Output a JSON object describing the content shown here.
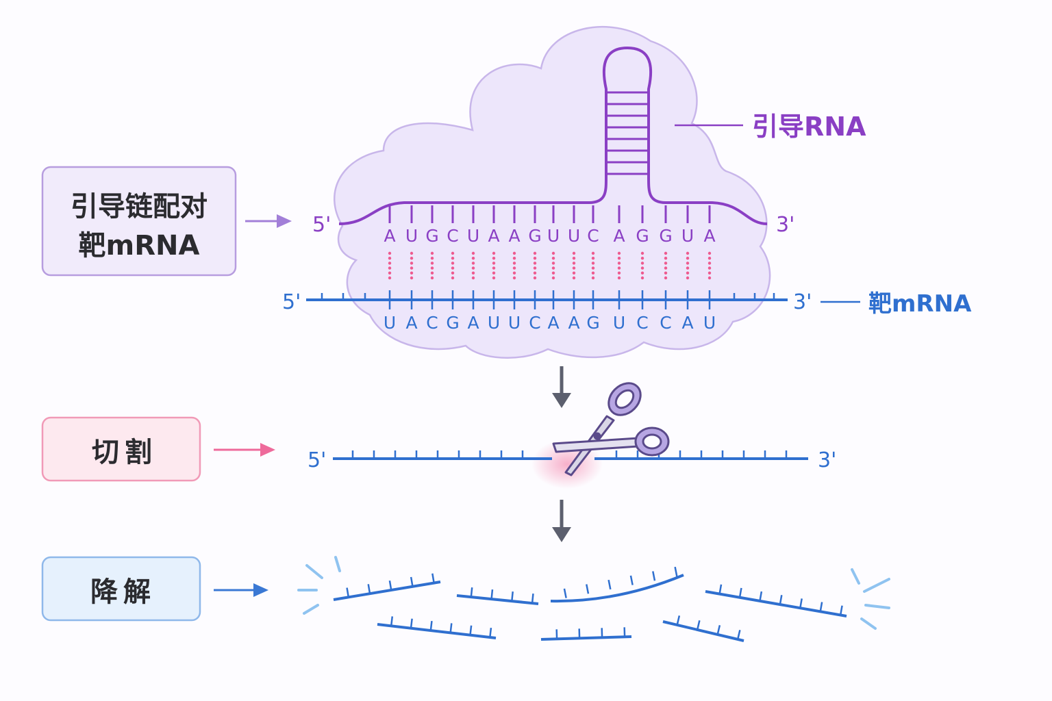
{
  "steps": {
    "pairing": {
      "line1": "引导链配对",
      "line2": "靶mRNA"
    },
    "cleavage": "切割",
    "degradation": "降解"
  },
  "guide_rna": {
    "label": "引导RNA",
    "five_prime": "5'",
    "three_prime": "3'",
    "bases": [
      "A",
      "U",
      "G",
      "C",
      "U",
      "A",
      "A",
      "G",
      "U",
      "U",
      "C",
      "A",
      "G",
      "G",
      "U",
      "A"
    ]
  },
  "target_mrna": {
    "label": "靶mRNA",
    "five_prime": "5'",
    "three_prime": "3'",
    "bases": [
      "U",
      "A",
      "C",
      "G",
      "A",
      "U",
      "U",
      "C",
      "A",
      "A",
      "G",
      "U",
      "C",
      "C",
      "A",
      "U"
    ]
  },
  "cleaved_strand": {
    "five_prime": "5'",
    "three_prime": "3'"
  },
  "colors": {
    "purple": "#8a3fc4",
    "blue": "#2f6fcf",
    "pink": "#ee5a8f",
    "cloud_fill": "#ede6fb",
    "cloud_stroke": "#c8b6ea",
    "box_purple_fill": "#f1ebfb",
    "box_purple_stroke": "#b79ddf",
    "box_pink_fill": "#fde9ef",
    "box_pink_stroke": "#f19ab7",
    "box_blue_fill": "#e6f1fd",
    "box_blue_stroke": "#8fb8ea",
    "arrow_gray": "#5c5f6e"
  },
  "icons": {
    "scissors": "scissors-icon"
  }
}
